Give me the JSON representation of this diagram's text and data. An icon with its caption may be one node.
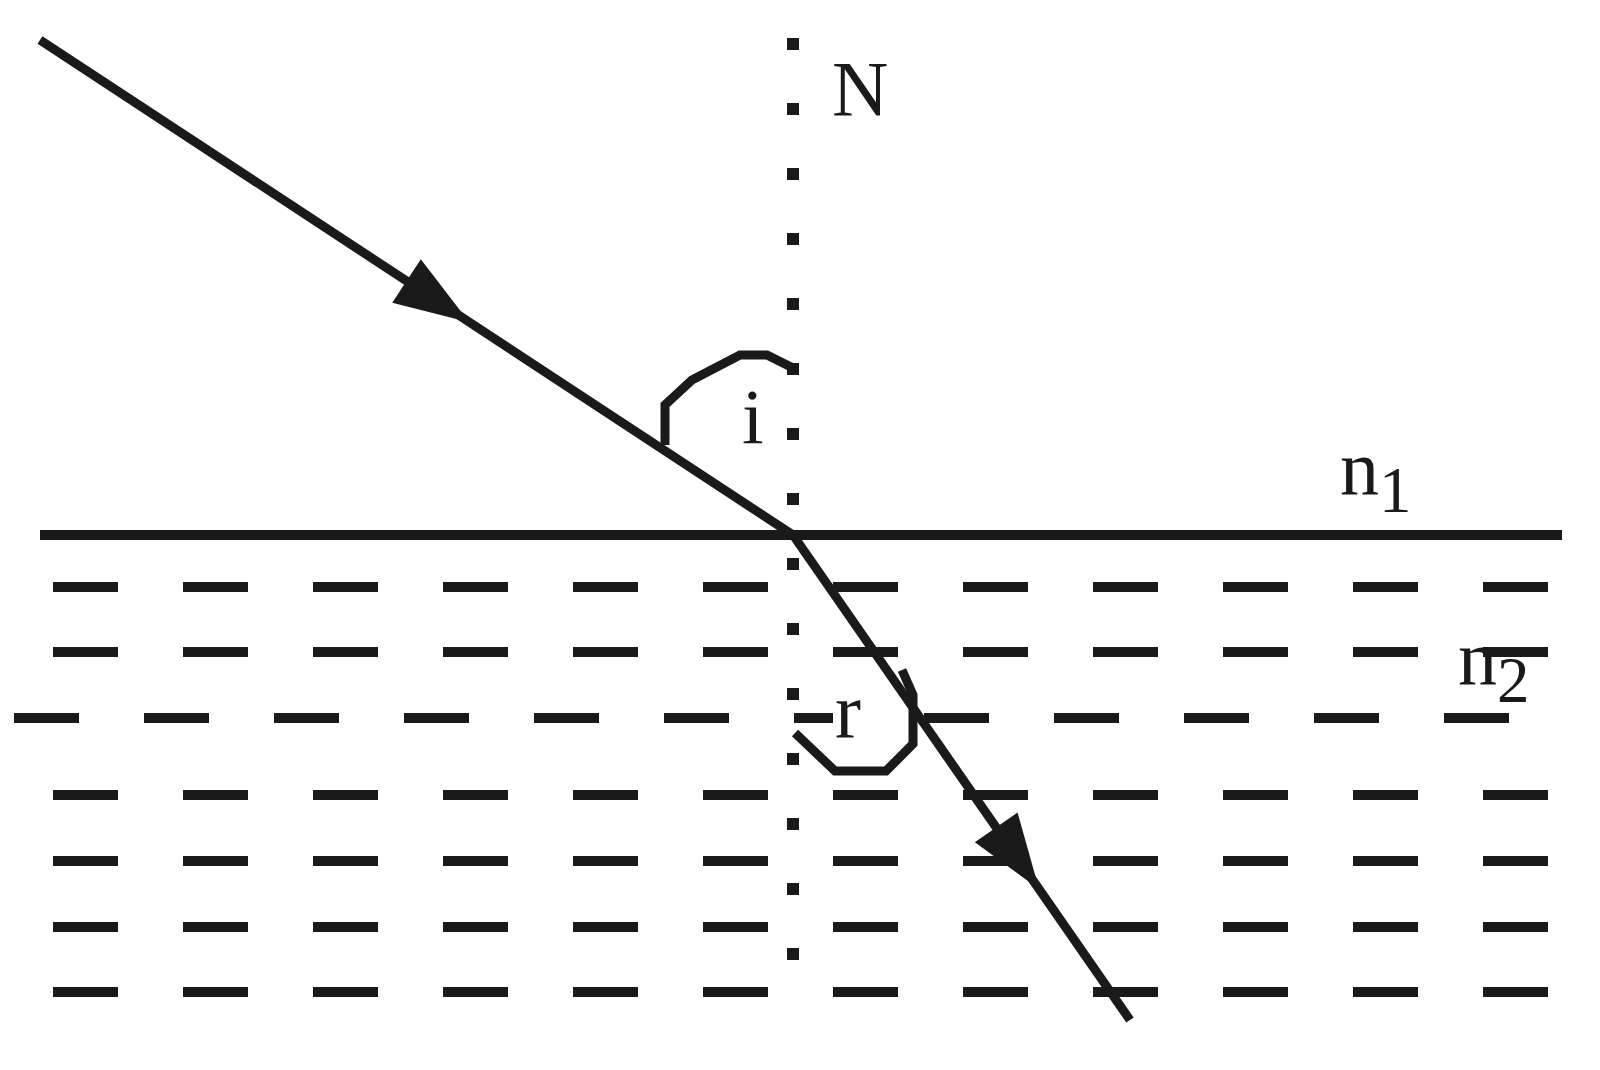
{
  "diagram": {
    "labels": [
      "N",
      "i",
      "n$_{1}$",
      "r",
      "n$_{2}$"
    ]
  }
}
